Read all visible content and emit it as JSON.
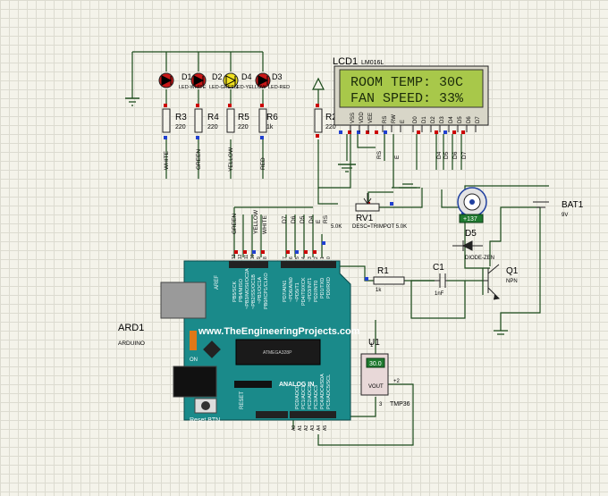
{
  "lcd": {
    "ref": "LCD1",
    "model": "LM016L",
    "line1": "ROOM TEMP: 30C",
    "line2": "FAN SPEED: 33%",
    "pins": [
      "VSS",
      "VDD",
      "VEE",
      "RS",
      "RW",
      "E",
      "D0",
      "D1",
      "D2",
      "D3",
      "D4",
      "D5",
      "D6",
      "D7"
    ]
  },
  "leds": {
    "refs": [
      "D1",
      "D2",
      "D4",
      "D3"
    ],
    "types": [
      "LED-WHITE",
      "LED-GREEN",
      "LED-YELLOW",
      "LED-RED"
    ]
  },
  "resistors": {
    "r3": {
      "ref": "R3",
      "value": "220"
    },
    "r4": {
      "ref": "R4",
      "value": "220"
    },
    "r5": {
      "ref": "R5",
      "value": "220"
    },
    "r6": {
      "ref": "R6",
      "value": "1k"
    },
    "r2": {
      "ref": "R2",
      "value": "220"
    },
    "r1": {
      "ref": "R1",
      "value": "1k"
    }
  },
  "net_labels": {
    "white": "WHITE",
    "green": "GREEN",
    "yellow": "YELLOW",
    "red": "RED",
    "rs": "RS",
    "e": "E",
    "d4": "D4",
    "d5": "D5",
    "d6": "D6",
    "d7": "D7"
  },
  "rv1": {
    "ref": "RV1",
    "value": "5.0K",
    "desc": "DESC=TRIMPOT 5.0K"
  },
  "motor": {
    "readout": "+137"
  },
  "d5": {
    "ref": "D5",
    "model": "DIODE-ZEN"
  },
  "q1": {
    "ref": "Q1",
    "model": "NPN"
  },
  "c1": {
    "ref": "C1",
    "value": "1nF"
  },
  "bat": {
    "ref": "BAT1",
    "value": "9V"
  },
  "u1": {
    "ref": "U1",
    "model": "TMP36",
    "reading": "30.0",
    "vout": "VOUT",
    "pin1": "1",
    "pin2": "+2",
    "pin3": "3"
  },
  "arduino": {
    "ref": "ARD1",
    "model": "ARDUINO",
    "website": "www.TheEngineeringProjects.com",
    "chip": "ATMEGA328P",
    "aref": "AREF",
    "on": "ON",
    "reset_btn": "Reset BTN",
    "reset": "RESET",
    "analog_in": "ANALOG IN",
    "pins_b": [
      "PB5/SCK",
      "PB4/MISO",
      "~PB3/MOSI/OC2A",
      "~PB2/SS/OC1B",
      "~PB1/OC1A",
      "PB0/ICP1/CLKO"
    ],
    "pins_d": [
      "PD7/AIN1",
      "~PD6/AIN0",
      "~PD5/T1",
      "PD4/T0/XCK",
      "~PD3/INT1",
      "PD2/INT0",
      "PD1/TXD",
      "PD0/RXD"
    ],
    "pins_a": [
      "PC0/ADC0",
      "PC1/ADC1",
      "PC2/ADC2",
      "PC3/ADC3",
      "PC4/ADC4/SDA",
      "PC5/ADC5/SCL"
    ],
    "pin_nums_b": [
      "13",
      "12",
      "11",
      "10",
      "9",
      "8"
    ],
    "pin_nums_d": [
      "7",
      "6",
      "5",
      "4",
      "3",
      "2",
      "1",
      "0"
    ],
    "pin_nums_a": [
      "A0",
      "A1",
      "A2",
      "A3",
      "A4",
      "A5"
    ]
  },
  "header_labels": [
    "GREEN",
    "YELLOW",
    "WHITE",
    "D7",
    "D6",
    "D5",
    "D4",
    "E",
    "RS"
  ],
  "colors": {
    "grid_bg": "#f4f3ea",
    "wire": "#1a4a1a",
    "board": "#1a8a8a",
    "lcd_bg": "#a8c84a",
    "led_red": "#c81818",
    "led_yellow": "#f0e020"
  }
}
